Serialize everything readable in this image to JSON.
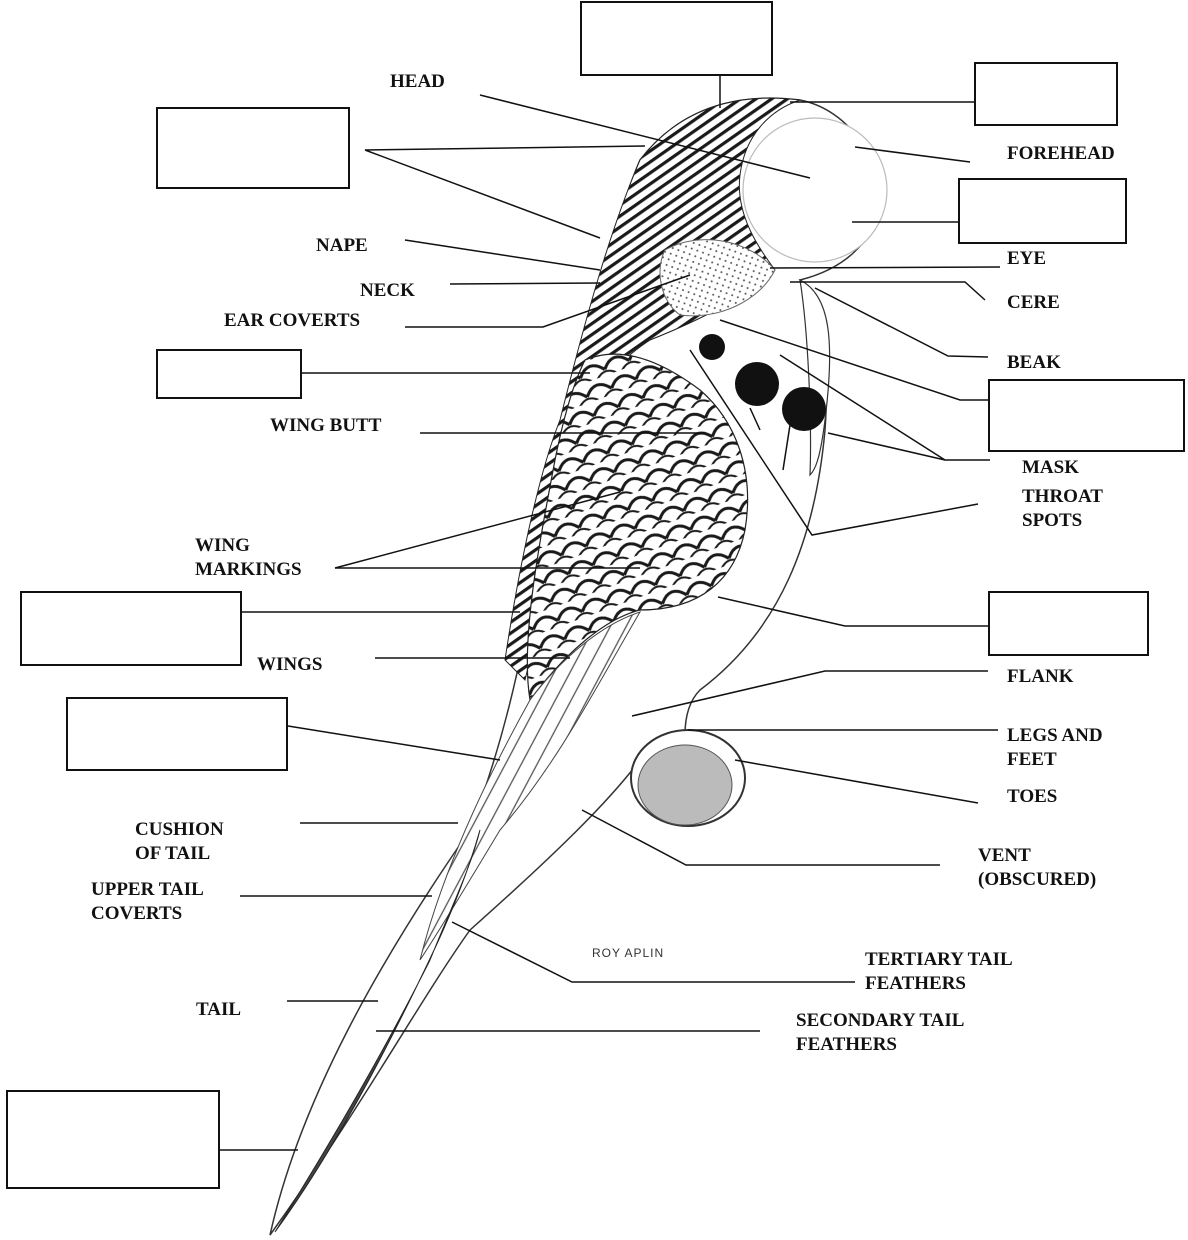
{
  "diagram": {
    "artist_signature": "ROY APLIN",
    "labels": {
      "head": "HEAD",
      "forehead": "FOREHEAD",
      "nape": "NAPE",
      "eye": "EYE",
      "neck": "NECK",
      "cere": "CERE",
      "ear_coverts": "EAR COVERTS",
      "beak": "BEAK",
      "wing_butt": "WING BUTT",
      "mask": "MASK",
      "throat_spots_1": "THROAT",
      "throat_spots_2": "SPOTS",
      "wing_markings_1": "WING",
      "wing_markings_2": "MARKINGS",
      "wings": "WINGS",
      "flank": "FLANK",
      "legs_and_feet_1": "LEGS AND",
      "legs_and_feet_2": "FEET",
      "toes": "TOES",
      "cushion_of_tail_1": "CUSHION",
      "cushion_of_tail_2": "OF TAIL",
      "vent_1": "VENT",
      "vent_2": "(OBSCURED)",
      "upper_tail_coverts_1": "UPPER TAIL",
      "upper_tail_coverts_2": "COVERTS",
      "tertiary_tail_feathers_1": "TERTIARY TAIL",
      "tertiary_tail_feathers_2": "FEATHERS",
      "tail": "TAIL",
      "secondary_tail_feathers_1": "SECONDARY TAIL",
      "secondary_tail_feathers_2": "FEATHERS"
    },
    "blank_answer_boxes": 10
  }
}
